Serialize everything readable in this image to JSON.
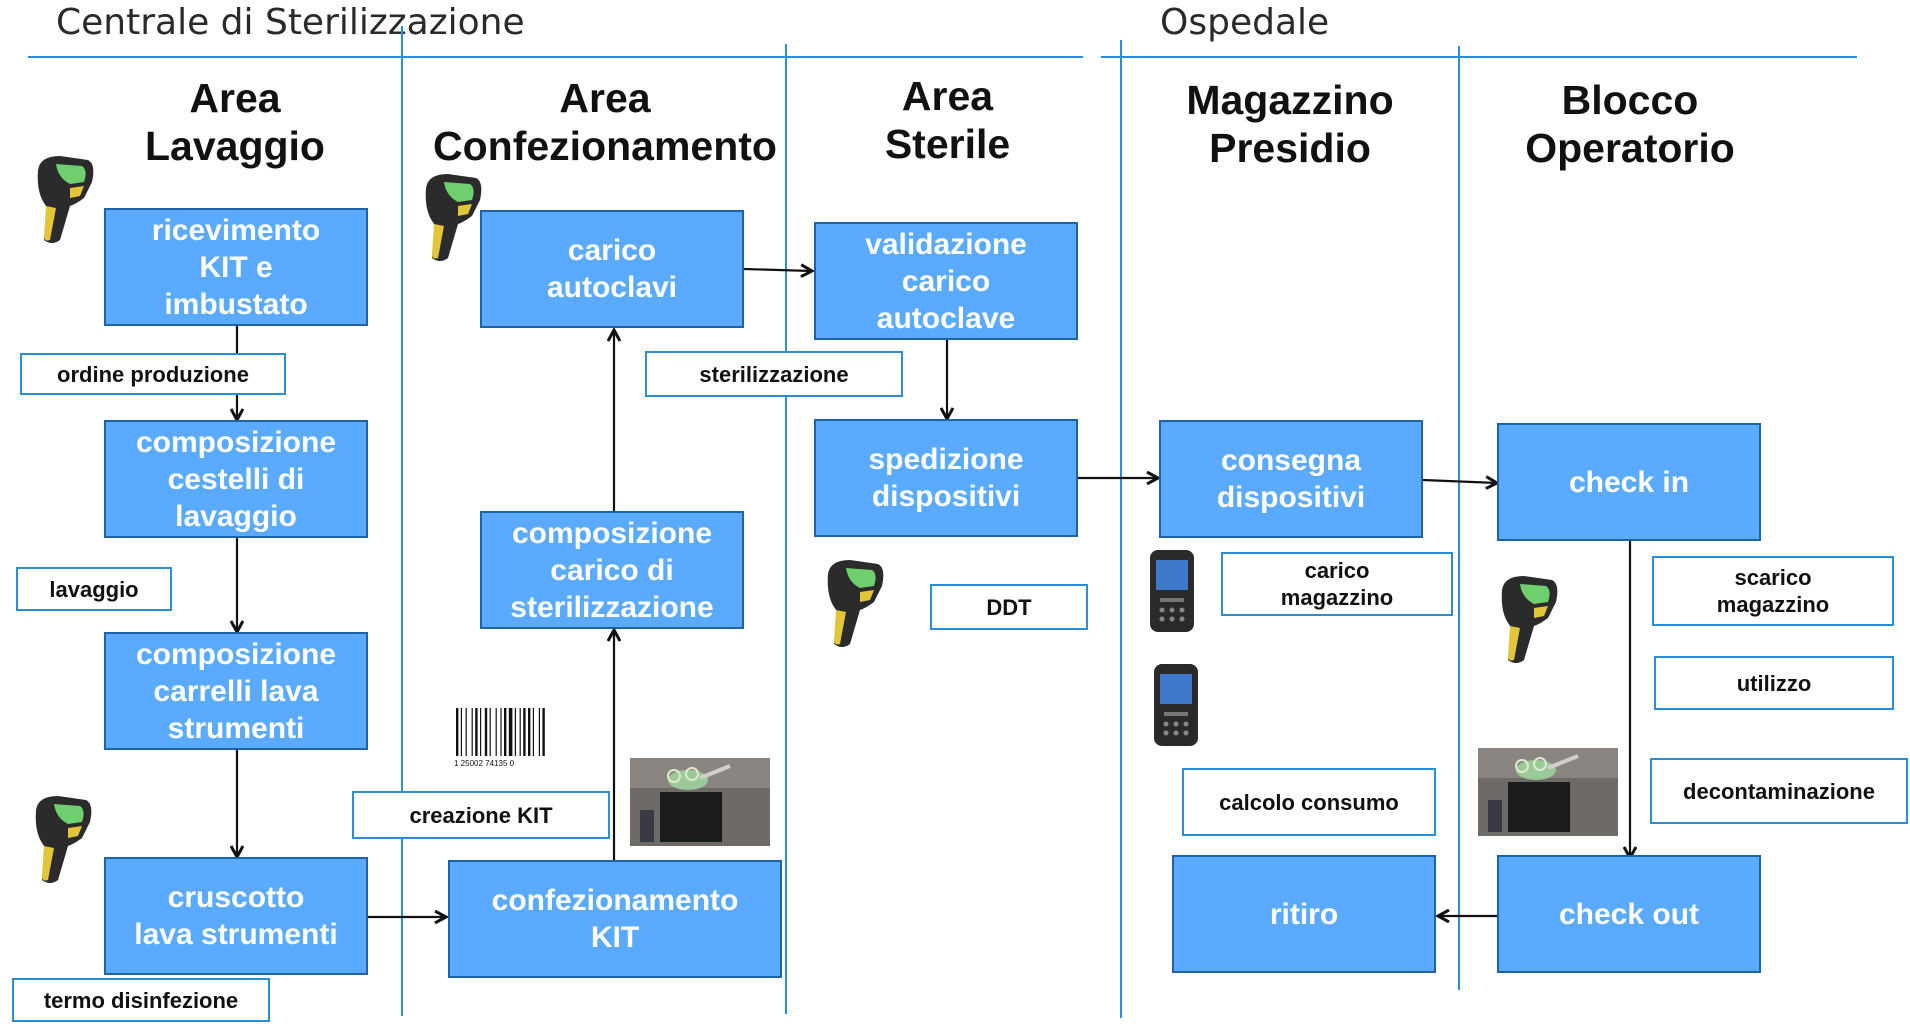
{
  "sections": {
    "left": "Centrale di Sterilizzazione",
    "right": "Ospedale"
  },
  "areas": {
    "lavaggio": "Area\nLavaggio",
    "confezionamento": "Area\nConfezionamento",
    "sterile": "Area\nSterile",
    "magazzino": "Magazzino\nPresidio",
    "blocco": "Blocco\nOperatorio"
  },
  "steps": {
    "ricevimento": "ricevimento\nKIT e\nimbustato",
    "cestelli": "composizione\ncestelli di\nlavaggio",
    "carrelli": "composizione\ncarrelli lava\nstrumenti",
    "cruscotto": "cruscotto\nlava strumenti",
    "carico_autoclavi": "carico\nautoclavi",
    "carico_sterilizzazione": "composizione\ncarico di\nsterilizzazione",
    "confezionamento_kit": "confezionamento\nKIT",
    "validazione": "validazione\ncarico\nautoclave",
    "spedizione": "spedizione\ndispositivi",
    "consegna": "consegna\ndispositivi",
    "ritiro": "ritiro",
    "check_in": "check in",
    "check_out": "check out"
  },
  "labels": {
    "ordine_produzione": "ordine produzione",
    "lavaggio": "lavaggio",
    "termo_disinfezione": "termo disinfezione",
    "creazione_kit": "creazione KIT",
    "sterilizzazione": "sterilizzazione",
    "ddt": "DDT",
    "carico_magazzino": "carico\nmagazzino",
    "calcolo_consumo": "calcolo consumo",
    "scarico_magazzino": "scarico\nmagazzino",
    "utilizzo": "utilizzo",
    "decontaminazione": "decontaminazione"
  },
  "barcode": {
    "digits": "1  25002  74135  0"
  },
  "colors": {
    "box_fill": "#5aabff",
    "box_border": "#1f62a8",
    "line_blue": "#2c8fd6"
  },
  "icons": [
    "barcode-scanner-icon",
    "pda-handheld-icon",
    "barcode-icon",
    "instrument-photo"
  ]
}
